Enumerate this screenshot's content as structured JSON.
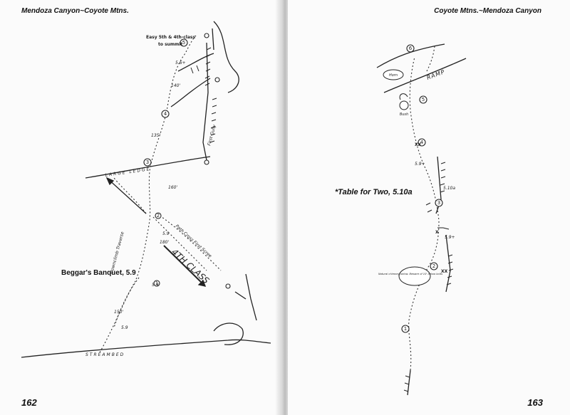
{
  "left_page": {
    "running_head": "Mendoza Canyon~Coyote Mtns.",
    "folio": "162",
    "route_title": "Beggar's Banquet, 5.9",
    "topo_labels": {
      "summit_note": "Easy 5th & 4th-class",
      "summit_note_2": "to summit",
      "ledge": "LARGE LEDGE",
      "fourth_class": "4TH CLASS",
      "first_gully": "First Gully",
      "descent": "Downclimb Traverse",
      "path_note": "Path Cross First Scree",
      "stream_bed": "STREAMBED",
      "grades": [
        "5.6+",
        "5.9",
        "5.9",
        "5.9"
      ],
      "lengths": [
        "140'",
        "135'",
        "160'",
        "180'",
        "150'"
      ],
      "pitches": [
        "1",
        "2",
        "3",
        "4",
        "5"
      ]
    }
  },
  "right_page": {
    "running_head": "Coyote Mtns.~Mendoza Canyon",
    "folio": "163",
    "route_title": "*Table for Two, 5.10a",
    "topo_labels": {
      "ramp": "RAMP",
      "horn": "Horn",
      "bush": "Bush",
      "bolt_note": "Natural chimney below. Beware of 10' below bolts",
      "grades": [
        "5.9+",
        "5.10a",
        "5.9+"
      ],
      "pitches": [
        "1",
        "2",
        "3",
        "4",
        "5",
        "6"
      ]
    }
  }
}
